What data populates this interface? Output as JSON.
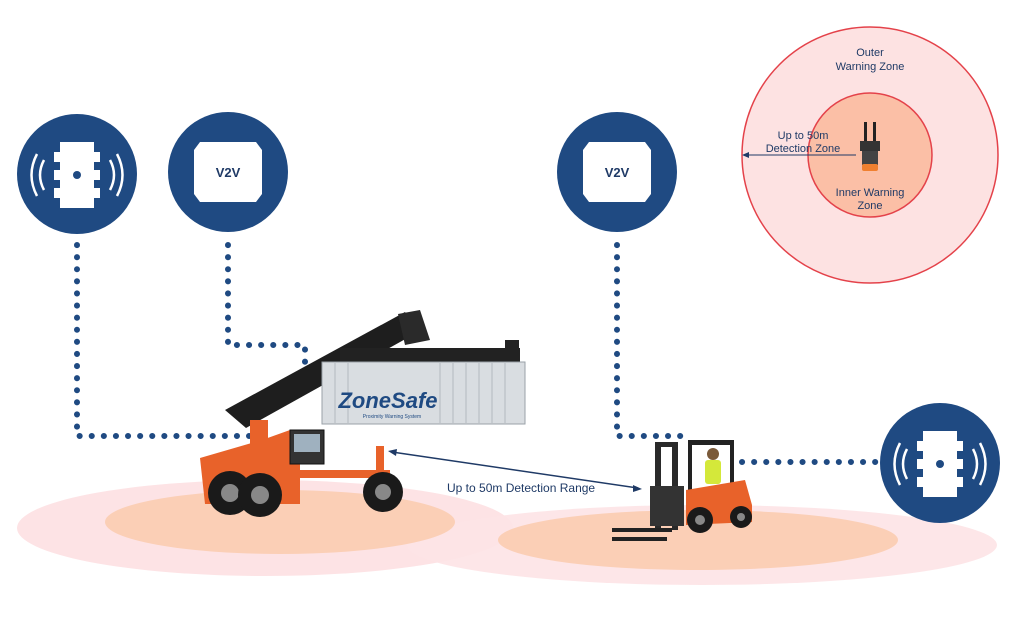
{
  "zone_diagram": {
    "outer_label_line1": "Outer",
    "outer_label_line2": "Warning Zone",
    "inner_label_line1": "Inner Warning",
    "inner_label_line2": "Zone",
    "detection_label_line1": "Up to 50m",
    "detection_label_line2": "Detection Zone"
  },
  "icons": {
    "v2v_left": "V2V",
    "v2v_right": "V2V"
  },
  "container_brand": "ZoneSafe",
  "container_tagline": "Proximity Warning System",
  "detection_range_label": "Up to 50m Detection Range",
  "colors": {
    "navy": "#1f4a82",
    "outer_zone": "#fcdcdc",
    "inner_zone": "#fab9a2",
    "zone_border": "#e4424a",
    "ground_pink": "#fce0e2",
    "ground_orange": "#fbcbb0",
    "vehicle_orange": "#e8622a"
  }
}
